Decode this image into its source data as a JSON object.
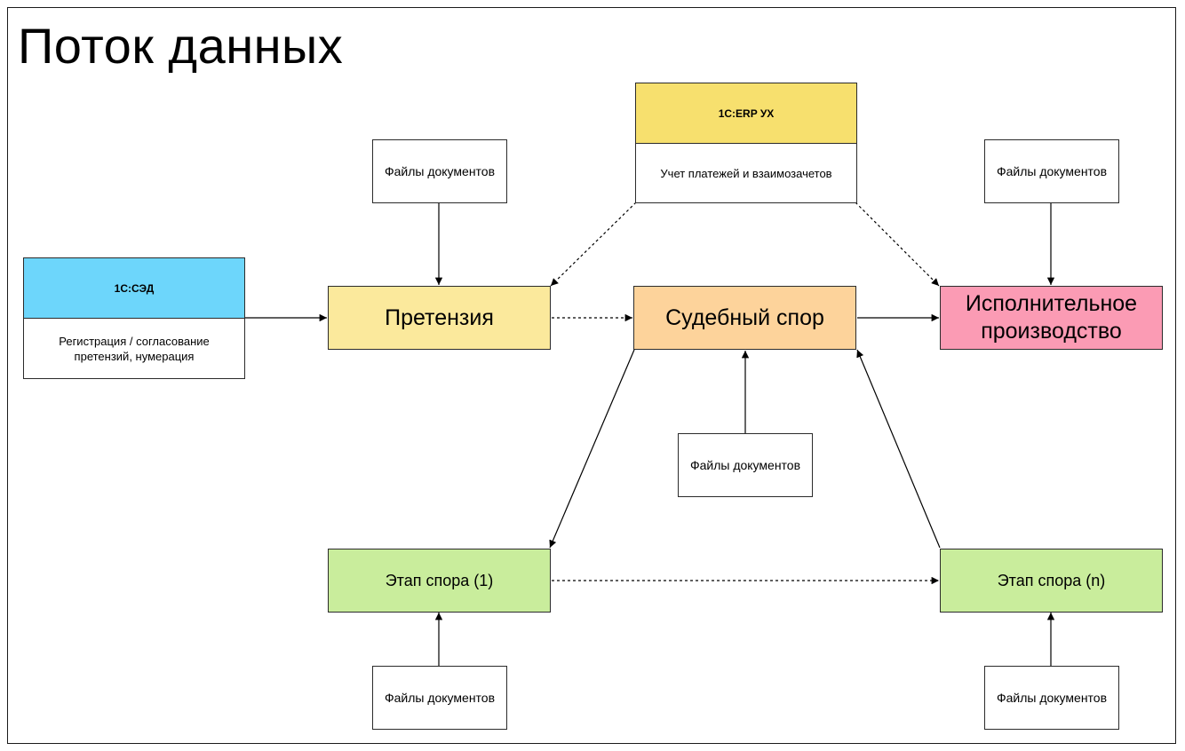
{
  "title": "Поток данных",
  "systems": {
    "sed": {
      "name": "1С:СЭД",
      "description": "Регистрация / согласование претензий, нумерация",
      "color": "#6dd6fb"
    },
    "erp": {
      "name": "1С:ERP УХ",
      "description": "Учет платежей и взаимозачетов",
      "color": "#f7e06e"
    }
  },
  "nodes": {
    "claim": {
      "label": "Претензия",
      "color": "#fbe99c"
    },
    "dispute": {
      "label": "Судебный спор",
      "color": "#fdd39b"
    },
    "enforcement": {
      "label": "Исполнительное производство",
      "color": "#fb9bb4"
    },
    "stage_1": {
      "label": "Этап спора (1)",
      "color": "#c9ed9c"
    },
    "stage_n": {
      "label": "Этап спора (n)",
      "color": "#c9ed9c"
    }
  },
  "files_label": "Файлы документов"
}
